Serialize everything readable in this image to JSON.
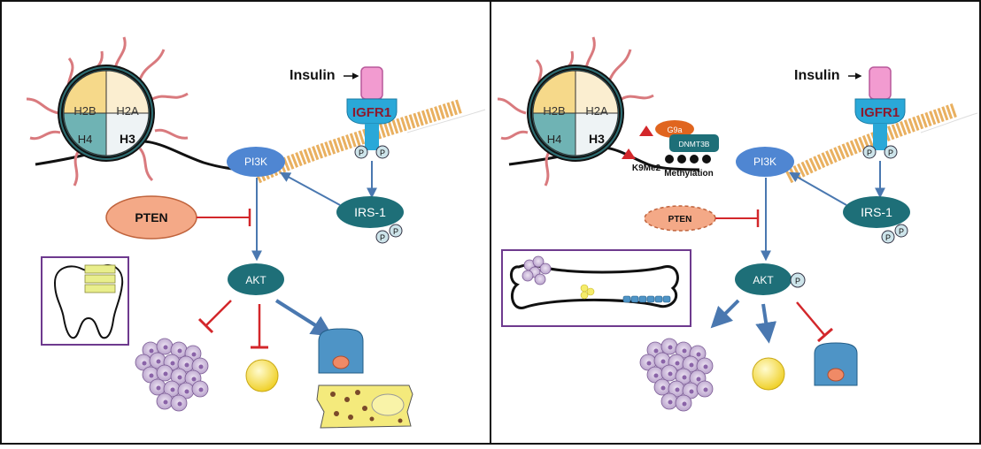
{
  "left_panel": {
    "histones": [
      "H2B",
      "H2A",
      "H4",
      "H3"
    ],
    "insulin": "Insulin",
    "receptor": "IGFR1",
    "pi3k": "PI3K",
    "irs1": "IRS-1",
    "pten": "PTEN",
    "akt": "AKT",
    "phospho": "P"
  },
  "right_panel": {
    "histones": [
      "H2B",
      "H2A",
      "H4",
      "H3"
    ],
    "insulin": "Insulin",
    "receptor": "IGFR1",
    "g9a": "G9a",
    "dnmt3b": "DNMT3B",
    "k9me2": "K9Me2",
    "methylation": "Methylation",
    "pi3k": "PI3K",
    "irs1": "IRS-1",
    "pten": "PTEN",
    "akt": "AKT",
    "phospho": "P"
  },
  "colors": {
    "border": "#111111",
    "pi3k": "#4f86d2",
    "teal": "#1e6f78",
    "inhibit": "#d3272b",
    "activate": "#4a78b0",
    "pten": "#f4a987",
    "receptor_pink": "#f29bd0",
    "receptor_blue": "#2aa8d8",
    "igfr_text": "#8b1a2e",
    "box": "#6e3a8e"
  }
}
